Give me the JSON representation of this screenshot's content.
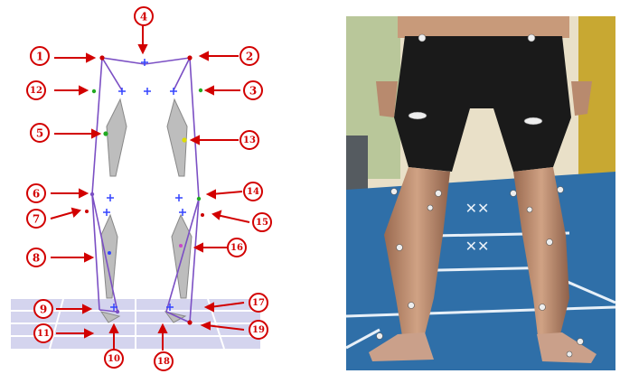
{
  "labels": [
    "1",
    "2",
    "3",
    "4",
    "5",
    "6",
    "7",
    "8",
    "9",
    "10",
    "11",
    "12",
    "13",
    "14",
    "15",
    "16",
    "17",
    "18",
    "19"
  ],
  "colors": {
    "label": "#d20000",
    "skeleton": "#7b4fc4",
    "marker_blue": "#3344ff",
    "marker_green": "#22aa22",
    "marker_red": "#cc0000",
    "floor": "#c8c8e8",
    "photo_floor": "#2f6fa8",
    "skin": "#c99a7a",
    "shorts": "#1a1a1a"
  }
}
